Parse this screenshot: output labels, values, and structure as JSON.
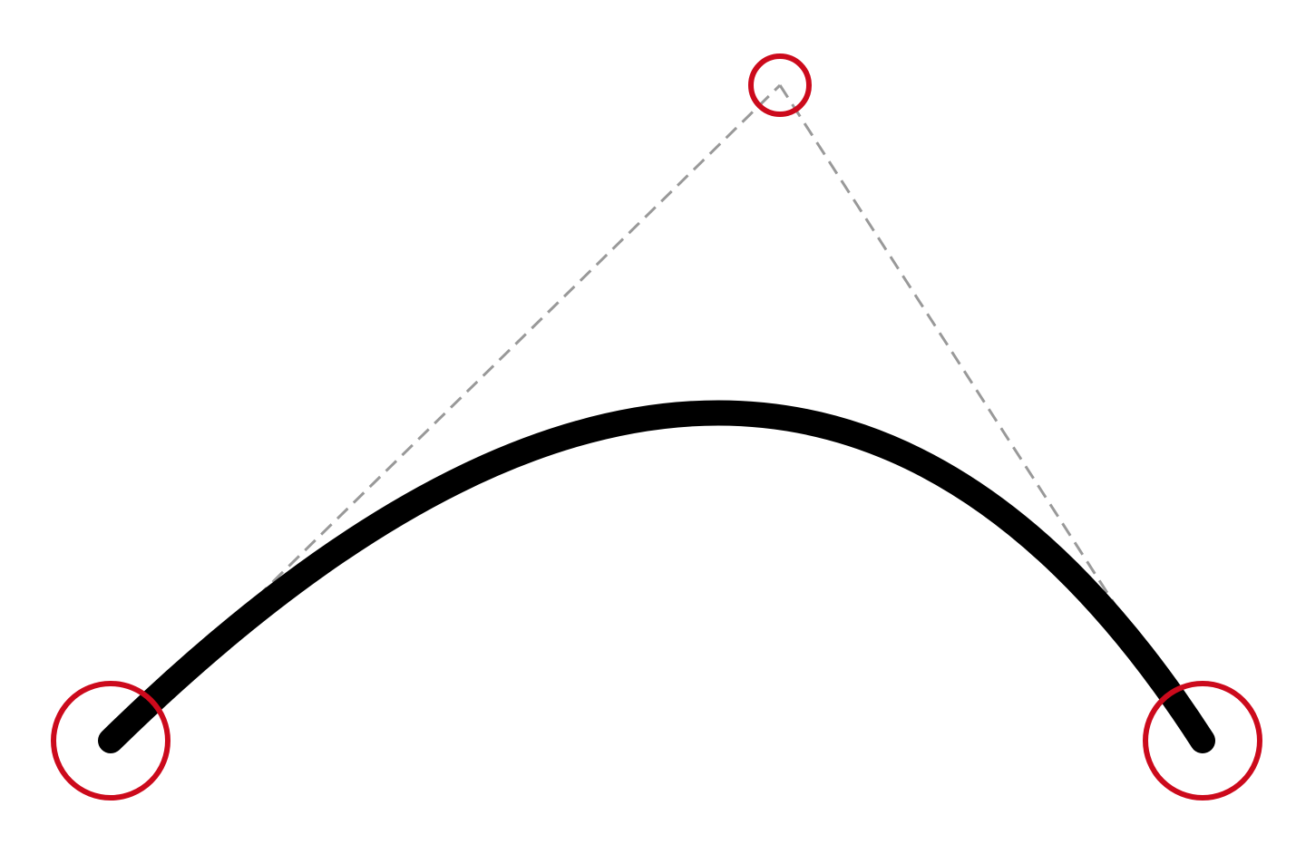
{
  "diagram": {
    "kind": "quadratic-bezier-curve-editor",
    "colors": {
      "background": "#ffffff",
      "curve": "#000000",
      "control_handle": "#cc0a1c",
      "guide_line": "#999999"
    },
    "icons": {
      "start_handle": "circle-outline",
      "control_handle": "circle-outline",
      "end_handle": "circle-outline"
    }
  }
}
